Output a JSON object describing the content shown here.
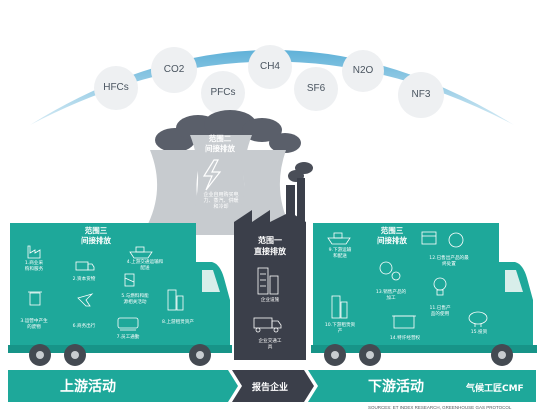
{
  "gases": [
    "HFCs",
    "CO2",
    "PFCs",
    "CH4",
    "SF6",
    "N2O",
    "NF3"
  ],
  "scope2": {
    "title_line1": "范围二",
    "title_line2": "间接排放",
    "desc_lines": [
      "企业自用购买电",
      "力、蒸汽、供暖",
      "和冷却"
    ]
  },
  "scope1": {
    "title_line1": "范围一",
    "title_line2": "直接排放",
    "items": [
      "企业设施",
      "企业交通工",
      "具"
    ]
  },
  "scope3_upstream": {
    "title_line1": "范围三",
    "title_line2": "间接排放",
    "items": [
      [
        "1.商业采",
        "购和服务"
      ],
      [
        "2.资本货物"
      ],
      [
        "3.运营中产生",
        "的废物"
      ],
      [
        "4.上游交通运输和",
        "配送"
      ],
      [
        "5.与燃料和能",
        "源相关活动"
      ],
      [
        "6.商务出行"
      ],
      [
        "7.员工通勤"
      ],
      [
        "8.上游租赁资产"
      ]
    ]
  },
  "scope3_downstream": {
    "title_line1": "范围三",
    "title_line2": "间接排放",
    "items": [
      [
        "9.下游运输",
        "和配送"
      ],
      [
        "10.下游租赁资",
        "产"
      ],
      [
        "11.已售产",
        "品的使用"
      ],
      [
        "12.已售出产品的最",
        "终处置"
      ],
      [
        "13.销售产品的",
        "加工"
      ],
      [
        "14.特许经营权"
      ],
      [
        "15.投资"
      ]
    ]
  },
  "bottom": {
    "upstream": "上游活动",
    "company": "报告企业",
    "downstream": "下游活动"
  },
  "watermark": "气候工匠CMF",
  "source": "SOURCES: ET INDEX RESEARCH, GREENHOUSE GAS PROTOCOL",
  "colors": {
    "teal": "#1ea89a",
    "dark": "#3b3f4a",
    "grey": "#c4c8cc",
    "arc": "#9fcde3"
  }
}
